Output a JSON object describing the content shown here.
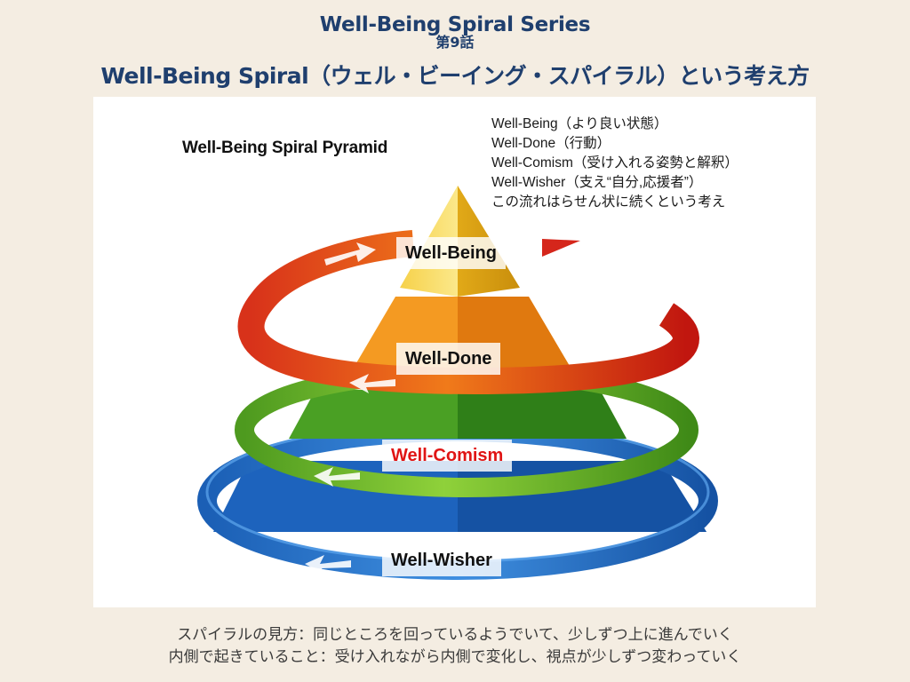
{
  "header": {
    "series_title": "Well-Being Spiral Series",
    "episode": "第9話",
    "main_title": "Well-Being Spiral（ウェル・ビーイング・スパイラル）という考え方"
  },
  "diagram": {
    "title": "Well-Being Spiral Pyramid",
    "legend": [
      "Well-Being（より良い状態）",
      "Well-Done（行動）",
      "Well-Comism（受け入れる姿勢と解釈）",
      "Well-Wisher（支え“自分,応援者”）",
      "この流れはらせん状に続くという考え"
    ],
    "levels": [
      {
        "label": "Well-Being",
        "color": "#f2c12e"
      },
      {
        "label": "Well-Done",
        "color": "#f08a1c"
      },
      {
        "label": "Well-Comism",
        "color": "#5aab2a",
        "label_color": "#e01515"
      },
      {
        "label": "Well-Wisher",
        "color": "#1f6fc4"
      }
    ],
    "ring_colors": {
      "red": "#e2361e",
      "green": "#6cbf2a",
      "blue": "#2673cc"
    }
  },
  "footer": {
    "line1": "スパイラルの見方：同じところを回っているようでいて、少しずつ上に進んでいく",
    "line2": "内側で起きていること：受け入れながら内側で変化し、視点が少しずつ変わっていく"
  }
}
